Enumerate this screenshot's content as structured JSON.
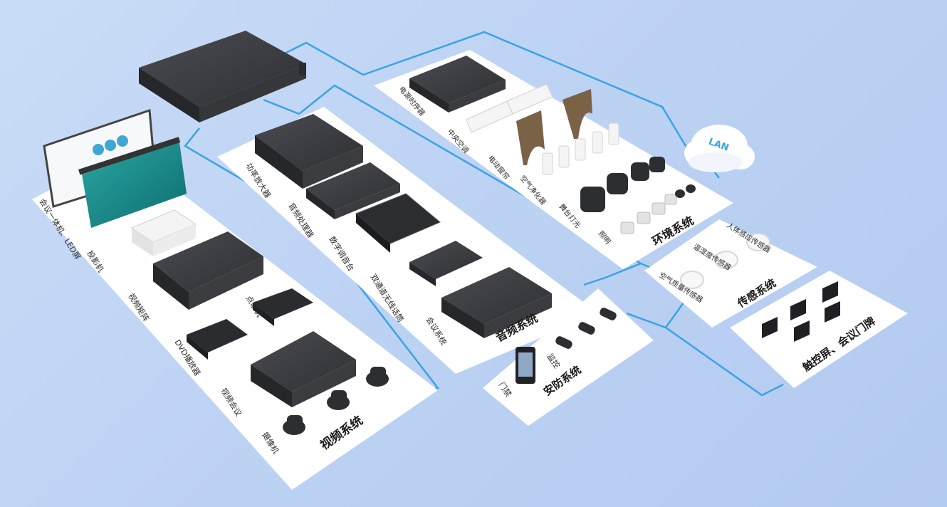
{
  "cloud": {
    "label": "LAN"
  },
  "colors": {
    "link": "#3aa3e3",
    "panel": "#ffffff",
    "device": "#3a3c40"
  },
  "systems": {
    "video": {
      "title": "视频系统",
      "items": [
        "会议一体机、LED屏",
        "投影机",
        "视频矩阵",
        "点歌机",
        "DVD播放器",
        "视频会议",
        "摄像机"
      ]
    },
    "audio": {
      "title": "音频系统",
      "items": [
        "功率放大器",
        "音频处理器",
        "数字调音台",
        "双通道无线话筒",
        "会议系统"
      ]
    },
    "environment": {
      "title": "环境系统",
      "items": [
        "电源时序器",
        "中央空调",
        "电动窗帘",
        "空气净化器",
        "舞台灯光",
        "照明"
      ]
    },
    "sensing": {
      "title": "传感系统",
      "items": [
        "人体感应传感器",
        "温湿度传感器",
        "空气质量传感器"
      ]
    },
    "security": {
      "title": "安防系统",
      "items": [
        "监控",
        "门禁"
      ]
    },
    "touch": {
      "title": "触控屏、会议门牌"
    }
  }
}
